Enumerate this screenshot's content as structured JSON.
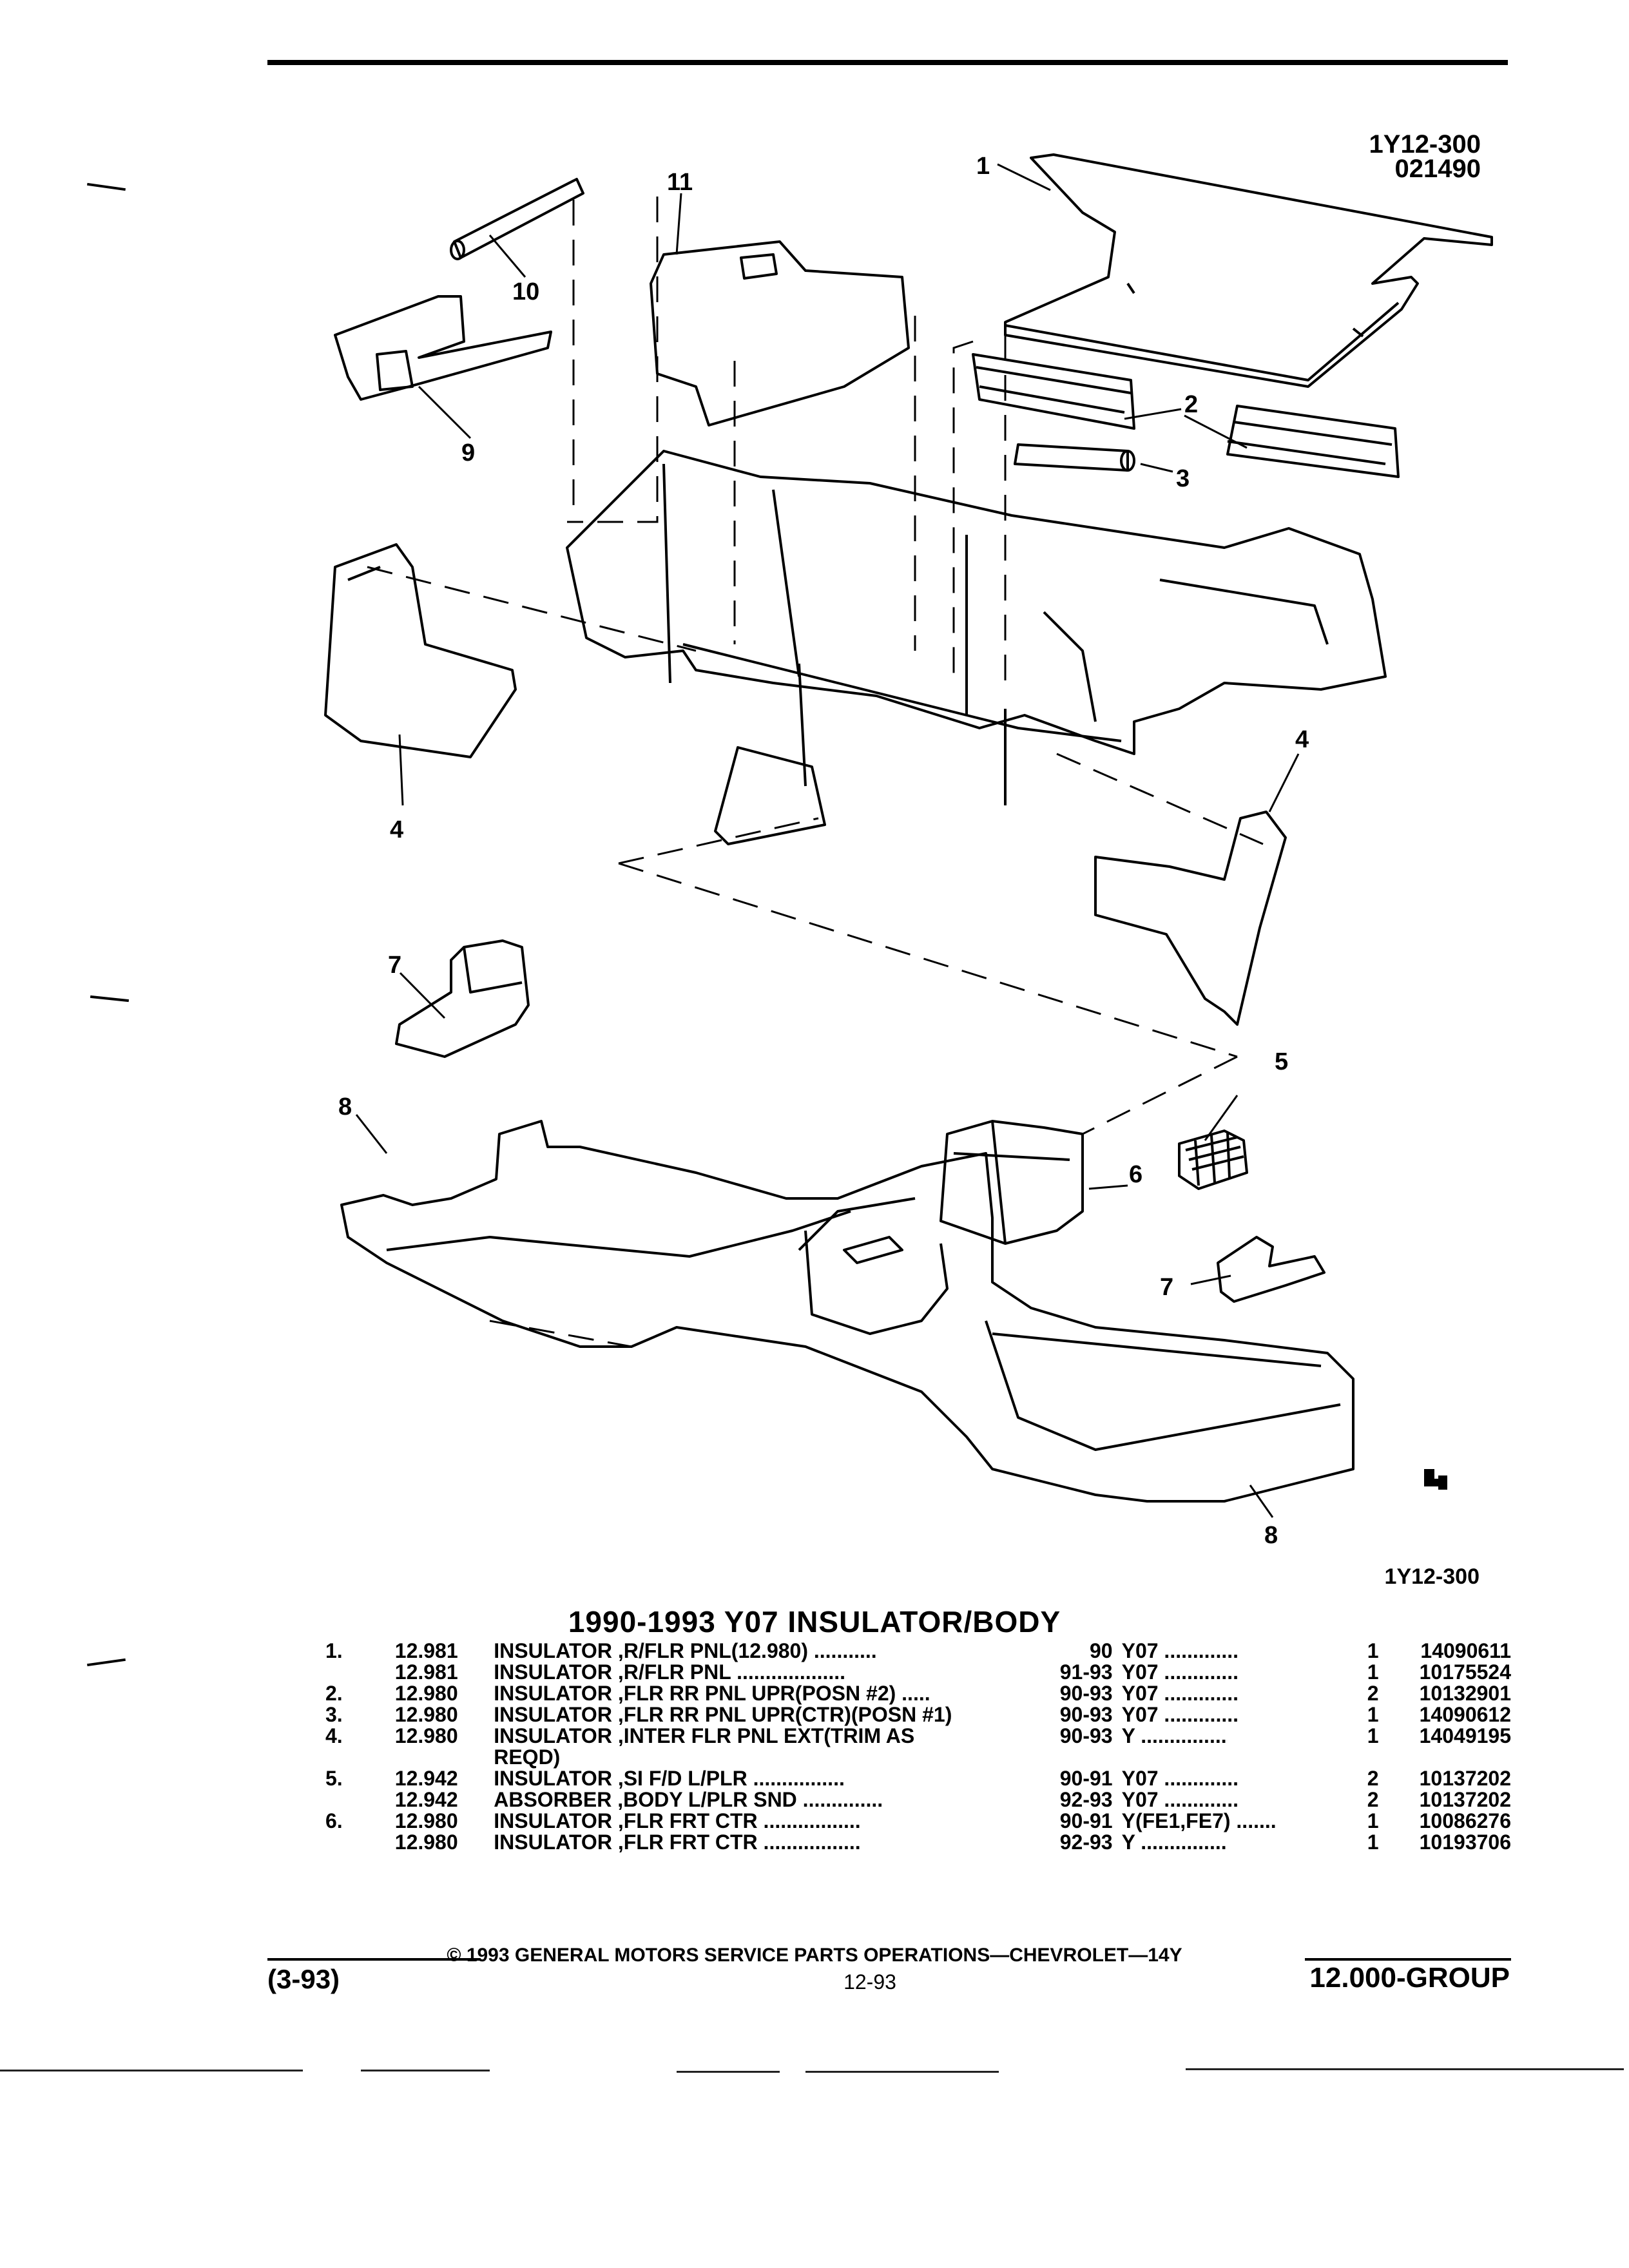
{
  "header": {
    "code_line1": "1Y12-300",
    "code_line2": "021490"
  },
  "diagram": {
    "callouts": [
      "1",
      "2",
      "3",
      "4",
      "4",
      "5",
      "6",
      "7",
      "7",
      "8",
      "8",
      "9",
      "10",
      "11"
    ],
    "ref": "1Y12-300"
  },
  "section_title": "1990-1993 Y07 INSULATOR/BODY",
  "parts": [
    {
      "no": "1.",
      "group": "12.981",
      "desc": "INSULATOR ,R/FLR PNL(12.980) ...........",
      "years": "90",
      "option": "Y07 .............",
      "qty": "1",
      "part": "14090611"
    },
    {
      "no": "",
      "group": "12.981",
      "desc": "INSULATOR ,R/FLR PNL ...................",
      "years": "91-93",
      "option": "Y07 .............",
      "qty": "1",
      "part": "10175524"
    },
    {
      "no": "2.",
      "group": "12.980",
      "desc": "INSULATOR ,FLR RR PNL UPR(POSN #2) .....",
      "years": "90-93",
      "option": "Y07 .............",
      "qty": "2",
      "part": "10132901"
    },
    {
      "no": "3.",
      "group": "12.980",
      "desc": "INSULATOR ,FLR RR PNL UPR(CTR)(POSN #1)",
      "years": "90-93",
      "option": "Y07 .............",
      "qty": "1",
      "part": "14090612"
    },
    {
      "no": "4.",
      "group": "12.980",
      "desc": "INSULATOR ,INTER FLR PNL EXT(TRIM AS",
      "years": "90-93",
      "option": "Y ...............",
      "qty": "1",
      "part": "14049195"
    },
    {
      "no": "",
      "group": "",
      "desc": "REQD)",
      "years": "",
      "option": "",
      "qty": "",
      "part": ""
    },
    {
      "no": "5.",
      "group": "12.942",
      "desc": "INSULATOR ,SI F/D L/PLR ................",
      "years": "90-91",
      "option": "Y07 .............",
      "qty": "2",
      "part": "10137202"
    },
    {
      "no": "",
      "group": "12.942",
      "desc": "ABSORBER ,BODY L/PLR SND ..............",
      "years": "92-93",
      "option": "Y07 .............",
      "qty": "2",
      "part": "10137202"
    },
    {
      "no": "6.",
      "group": "12.980",
      "desc": "INSULATOR ,FLR FRT CTR .................",
      "years": "90-91",
      "option": "Y(FE1,FE7) .......",
      "qty": "1",
      "part": "10086276"
    },
    {
      "no": "",
      "group": "12.980",
      "desc": "INSULATOR ,FLR FRT CTR .................",
      "years": "92-93",
      "option": "Y ...............",
      "qty": "1",
      "part": "10193706"
    }
  ],
  "footer": {
    "copyright": "© 1993 GENERAL MOTORS SERVICE PARTS OPERATIONS—CHEVROLET—14Y",
    "date": "(3-93)",
    "page": "12-93",
    "group": "12.000-GROUP"
  }
}
